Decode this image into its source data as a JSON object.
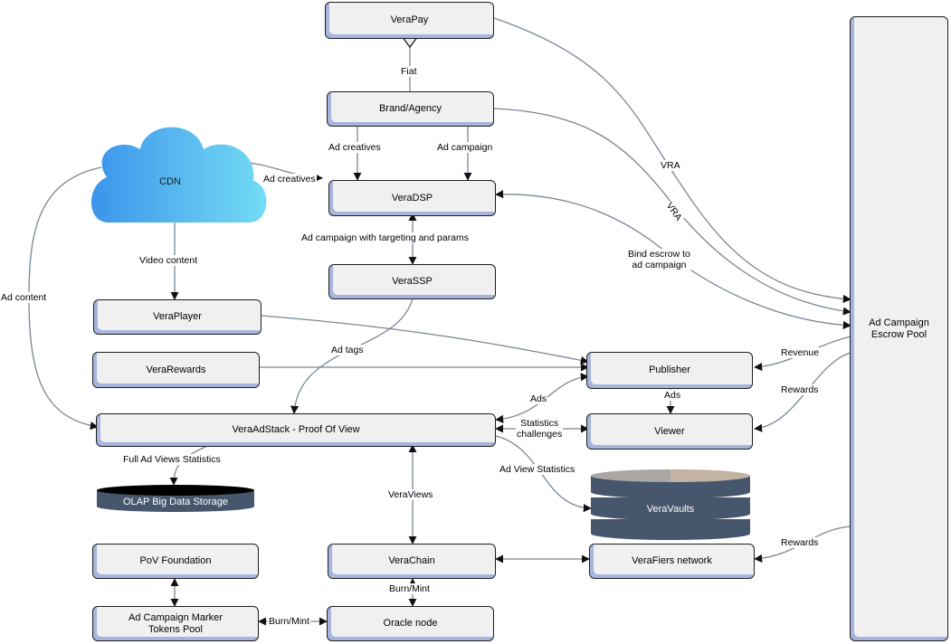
{
  "nodes": {
    "verapay": "VeraPay",
    "brand": "Brand/Agency",
    "cdn": "CDN",
    "veradsp": "VeraDSP",
    "verassp": "VeraSSP",
    "veraplayer": "VeraPlayer",
    "verarewards": "VeraRewards",
    "publisher": "Publisher",
    "viewer": "Viewer",
    "adstack": "VeraAdStack - Proof Of View",
    "olap": "OLAP Big Data Storage",
    "veravaults": "VeraVaults",
    "pov_foundation": "PoV Foundation",
    "verachain": "VeraChain",
    "verafiers": "VeraFiers network",
    "marker_pool": "Ad Campaign Marker\nTokens Pool",
    "oracle": "Oracle node",
    "escrow": "Ad Campaign\nEscrow Pool"
  },
  "labels": {
    "fiat": "Fiat",
    "ad_creatives_1": "Ad creatives",
    "ad_campaign": "Ad campaign",
    "ad_creatives_2": "Ad creatives",
    "vra_1": "VRA",
    "vra_2": "VRA",
    "targeting": "Ad campaign with targeting and params",
    "bind_escrow": "Bind escrow to\nad campaign",
    "video_content": "Video content",
    "ad_content": "Ad content",
    "ad_tags": "Ad tags",
    "revenue": "Revenue",
    "rewards_1": "Rewards",
    "ads_1": "Ads",
    "ads_2": "Ads",
    "stat_challenges": "Statistics\nchallenges",
    "full_stats": "Full Ad Views Statistics",
    "ad_view_stats": "Ad View Statistics",
    "veraviews": "VeraViews",
    "rewards_2": "Rewards",
    "burn_mint_1": "Burn/Mint",
    "burn_mint_2": "Burn/Mint"
  },
  "colors": {
    "box_fill": "#f0f0f0",
    "box_shadow": "#a7b5de",
    "edge": "#7a8596",
    "cloud_left": "#3b94ea",
    "cloud_right": "#74dcf5",
    "cylinder": "#46566d",
    "cylinder_top": "#a9a6a3"
  }
}
